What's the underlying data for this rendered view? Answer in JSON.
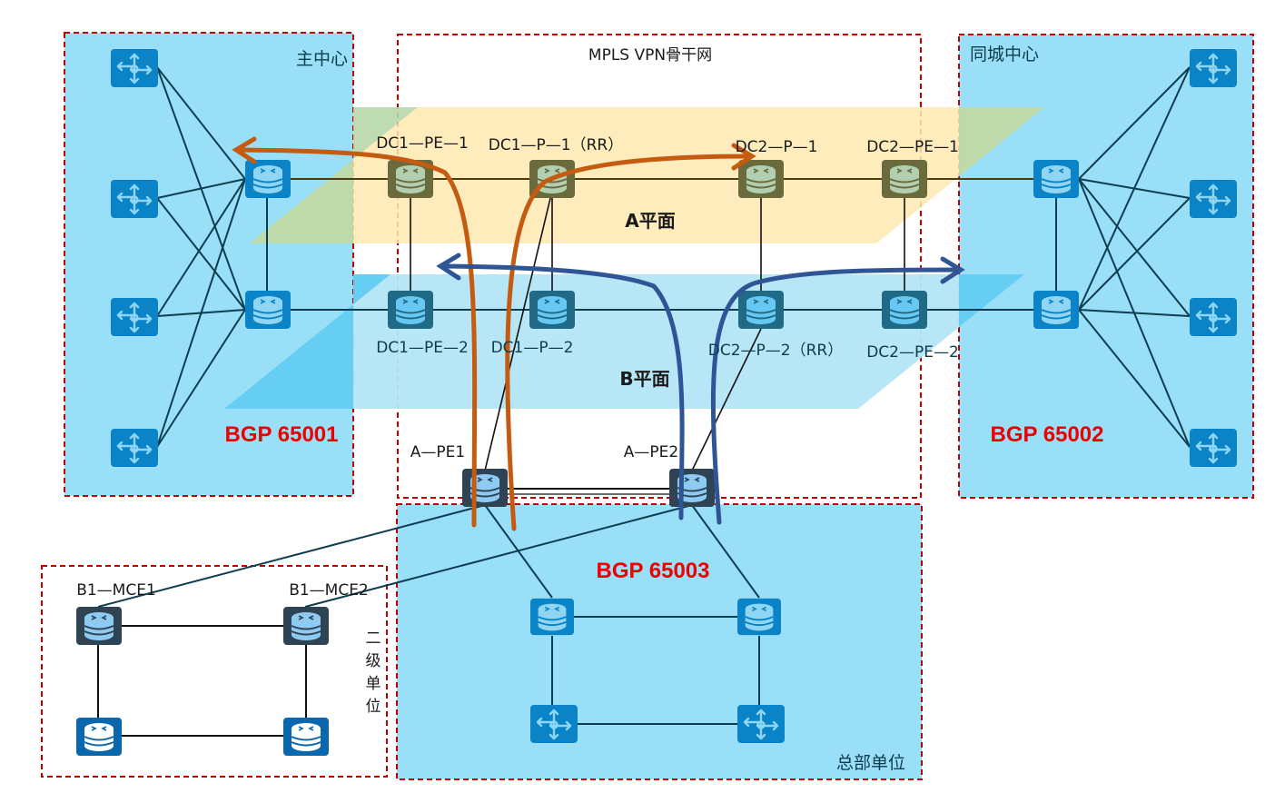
{
  "zones": {
    "main_center": {
      "title": "主中心",
      "as_label": "BGP 65001"
    },
    "backbone": {
      "title": "MPLS VPN骨干网"
    },
    "city_center": {
      "title": "同城中心",
      "as_label": "BGP 65002"
    },
    "hq": {
      "title": "总部单位",
      "as_label": "BGP 65003"
    },
    "branch": {
      "title": "二级单位",
      "title_chars": [
        "二",
        "级",
        "单",
        "位"
      ]
    }
  },
  "planes": {
    "a": {
      "label": "A平面",
      "color": "#ffe9b0"
    },
    "b": {
      "label": "B平面",
      "color": "#b3e5f7"
    }
  },
  "nodes": {
    "dc1_pe_1": "DC1—PE—1",
    "dc1_p_1": "DC1—P—1（RR）",
    "dc2_p_1": "DC2—P—1",
    "dc2_pe_1": "DC2—PE—1",
    "dc1_pe_2": "DC1—PE—2",
    "dc1_p_2": "DC1—P—2",
    "dc2_p_2": "DC2—P—2（RR）",
    "dc2_pe_2": "DC2—PE—2",
    "a_pe1": "A—PE1",
    "a_pe2": "A—PE2",
    "b1_mce1": "B1—MCE1",
    "b1_mce2": "B1—MCE2"
  },
  "colors": {
    "zone_fill": "#99dff7",
    "zone_border": "#c00000",
    "as_label": "#ee0000",
    "flow_a": "#c55a11",
    "flow_b": "#2f5597",
    "device_blue": "#0a84c6",
    "device_olive": "#6b6a3c",
    "device_teal": "#216a86",
    "device_dark": "#2e4353"
  }
}
